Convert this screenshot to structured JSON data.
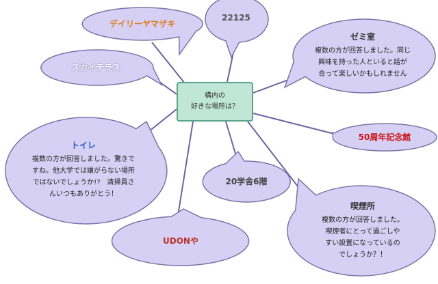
{
  "center": {
    "line1": "構内の",
    "line2": "好きな場所は？"
  },
  "bubbles": {
    "daily": {
      "title": "デイリーヤマザキ",
      "color": "#e0781a"
    },
    "num22125": {
      "title": "22125",
      "color": "#555555"
    },
    "zemi": {
      "title": "ゼミ室",
      "color": "#333333",
      "lines": [
        "複数の方が回答しました。同じ",
        "興味を持った人といると話が",
        "合って楽しいかもしれません"
      ]
    },
    "sky": {
      "title": "スカイテラス",
      "color": "#ffffff"
    },
    "hall50": {
      "title": "50周年記念館",
      "color": "#cc1111"
    },
    "toilet": {
      "title": "トイレ",
      "color": "#2a55c8",
      "lines": [
        "複数の方が回答しました。驚きで",
        "すね。他大学では嫌がらない場所",
        "ではないでしょうか!?　清掃員さ",
        "んいつもありがとう！"
      ]
    },
    "b20": {
      "title": "20学舎6階",
      "color": "#444444"
    },
    "smoke": {
      "title": "喫煙所",
      "color": "#333333",
      "lines": [
        "複数の方が回答しました。",
        "喫煙者にとって過ごしや",
        "すい設置になっているの",
        "でしょうか？！"
      ]
    },
    "udon": {
      "title": "UDONや",
      "color": "#b8342a"
    }
  },
  "colors": {
    "bubble_fill": "#d6d0f4",
    "bubble_stroke": "#7a74a8",
    "connector": "#6a64a0"
  }
}
